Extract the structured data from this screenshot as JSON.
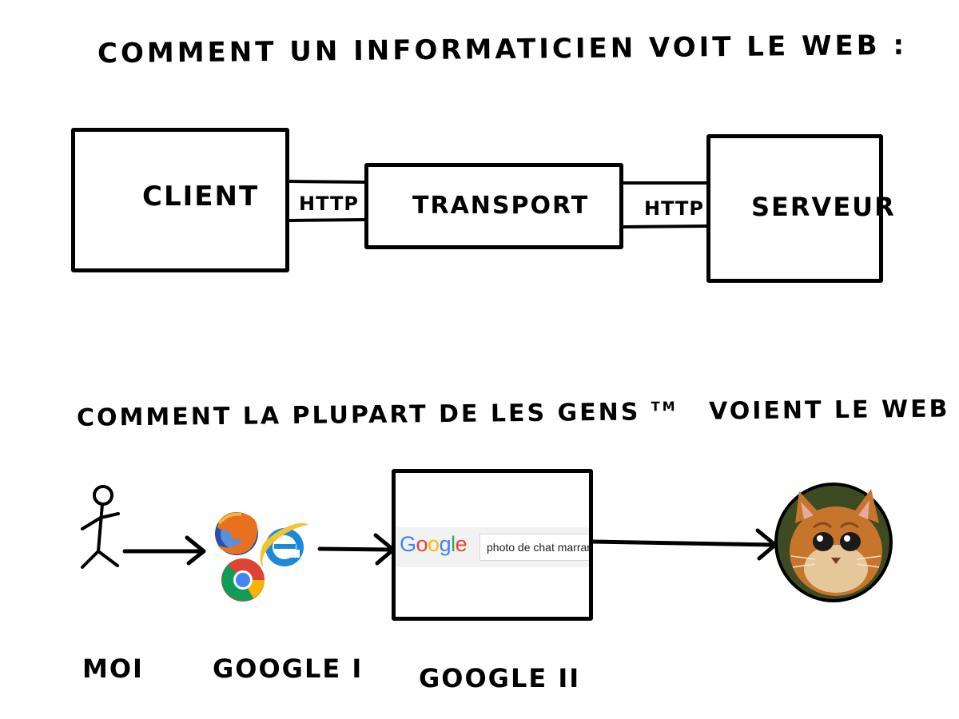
{
  "section_top": {
    "title": "COMMENT UN INFORMATICIEN VOIT LE WEB :",
    "client_label": "CLIENT",
    "transport_label": "TRANSPORT",
    "server_label": "SERVEUR",
    "pipe_left_label": "HTTP",
    "pipe_right_label": "HTTP"
  },
  "section_bottom": {
    "title": "COMMENT LA PLUPART DE LES GENS",
    "title_tm": "TM",
    "title_end": "VOIENT LE WEB :",
    "caption_me": "MOI",
    "caption_google1": "GOOGLE I",
    "caption_google2": "GOOGLE II",
    "google_logo_letters": [
      "G",
      "o",
      "o",
      "g",
      "l",
      "e"
    ],
    "google_logo_colors": [
      "#4285F4",
      "#EA4335",
      "#FBBC05",
      "#4285F4",
      "#34A853",
      "#EA4335"
    ],
    "search_value": "photo de chat marrant",
    "browser_icons": [
      "firefox-icon",
      "internet-explorer-icon",
      "chrome-icon"
    ]
  }
}
